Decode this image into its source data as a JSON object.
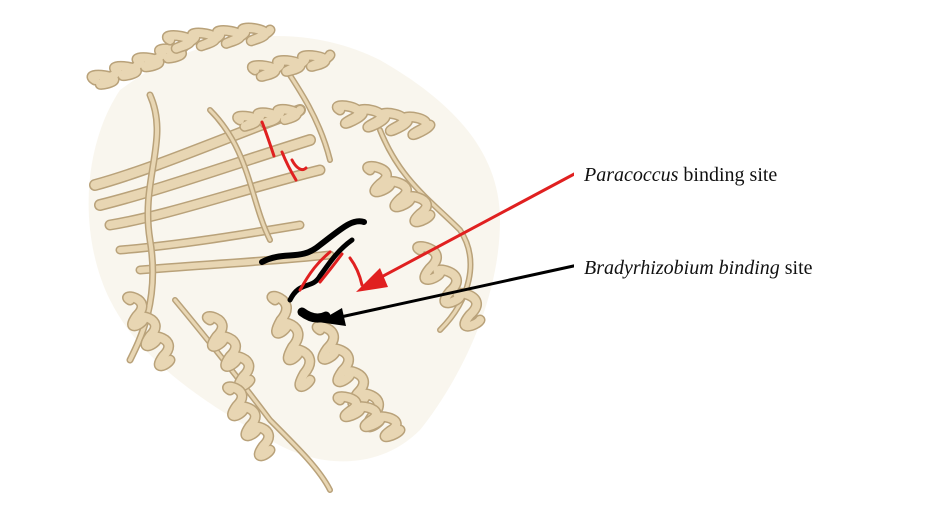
{
  "colors": {
    "ribbon": "#e8d6b3",
    "ribbon_edge": "#b9a27a",
    "ribbon_dark": "#cdb68f",
    "paracoccus": "#e02020",
    "bradyrhizobium": "#000000",
    "background": "#ffffff"
  },
  "labels": {
    "paracoccus": {
      "italic": "Paracoccus",
      "rest": " binding site"
    },
    "bradyrhizobium": {
      "italic": "Bradyrhizobium binding",
      "rest": " site"
    }
  }
}
